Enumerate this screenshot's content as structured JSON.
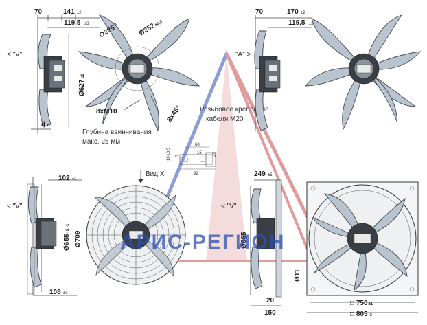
{
  "watermark": {
    "text": "АРИС-РЕГИОН"
  },
  "top_left": {
    "view_label": "< \"V\"",
    "dims": {
      "a": "70",
      "b": "141",
      "b_tol": "±2",
      "c": "119,5",
      "c_tol": "±3",
      "diam": "Ø627",
      "diam_tol": "±2",
      "d": "d",
      "d_tol": "±1"
    }
  },
  "top_front": {
    "d1": "Ø235",
    "d1_tol": "-3",
    "d2": "Ø252",
    "d2_tol": "±0,3",
    "bolts": "8xM10",
    "angle": "8x45°",
    "depth_note_1": "Глубина ввинчивания",
    "depth_note_2": "макс. 25 мм"
  },
  "cable_note": {
    "line1": "Резьбовое крепление",
    "line2": "кабеля M20"
  },
  "top_right": {
    "view_label": "\"A\" >",
    "dims": {
      "a": "70",
      "b": "170",
      "b_tol": "±2",
      "c": "119,5",
      "c_tol": "±3"
    }
  },
  "detail": {
    "d_10": "10",
    "d_10_tol": "±0,5",
    "d_7": "7",
    "d_68": "68",
    "d_15": "15",
    "d_25": "25",
    "d_92": "92"
  },
  "bottom_left": {
    "view_label": "< \"V\"",
    "dims": {
      "a": "102",
      "a_tol": "±2",
      "d1": "Ø655",
      "d1_tol": "+2 -1",
      "d2": "Ø709",
      "b": "108",
      "b_tol": "±3"
    }
  },
  "bottom_mid": {
    "view_x": "Вид X"
  },
  "bottom_right": {
    "view_label": "< \"V\"",
    "dims": {
      "a": "249",
      "a_tol": "±5",
      "d1": "Ø665",
      "d_11": "Ø11",
      "d_20": "20",
      "d_150": "150",
      "w1": "750",
      "w1_tol": "±1",
      "w2": "805",
      "w2_tol": "-3"
    }
  }
}
